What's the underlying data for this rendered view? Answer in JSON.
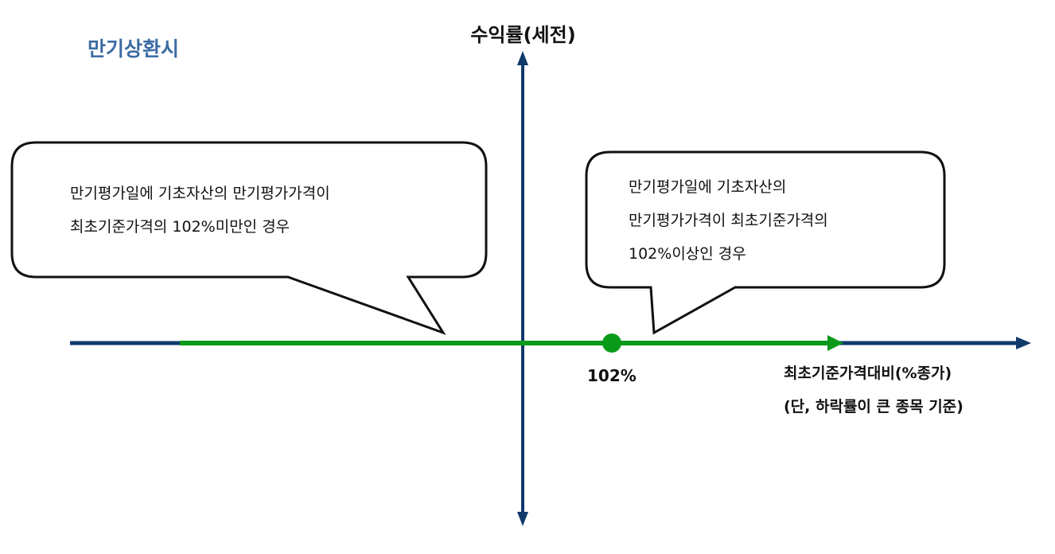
{
  "title": "만기상환시",
  "y_axis_label": "수익률(세전)",
  "x_axis_label": [
    "최초기준가격대비(%종가)",
    "(단, 하락률이 큰 종목 기준)"
  ],
  "marker_label": "102%",
  "callout_below": [
    "만기평가일에 기초자산의 만기평가가격이",
    "최초기준가격의 102%미만인 경우"
  ],
  "callout_above": [
    "만기평가일에 기초자산의",
    "만기평가가격이 최초기준가격의",
    "102%이상인 경우"
  ],
  "colors": {
    "axis": "#0f3a6b",
    "payoff": "#0a9a1a",
    "title": "#3b6ba3"
  }
}
